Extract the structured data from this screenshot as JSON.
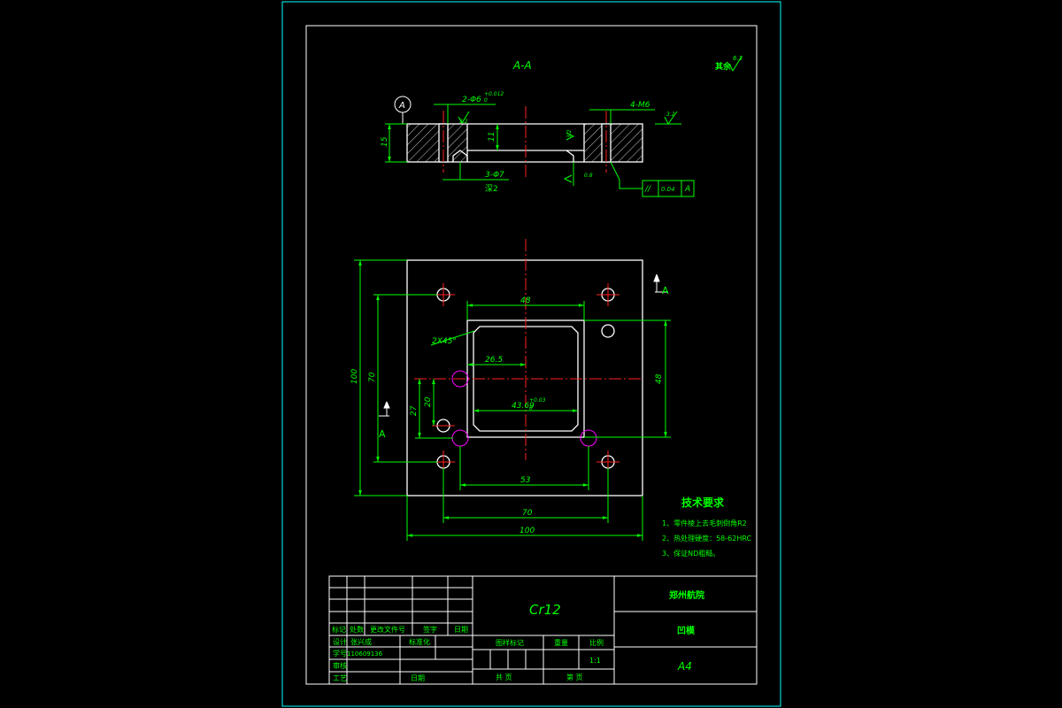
{
  "section_label": "A-A",
  "surface_note": {
    "text": "其余",
    "roughness": "6.3"
  },
  "section_view": {
    "datum": "A",
    "callouts": {
      "bore": "2-Φ6",
      "bore_tol": "+0.012",
      "bore_tol_low": "0",
      "tap": "4-M6",
      "thru": "3-Φ7",
      "counterbore": "深2",
      "height": "15",
      "depth": "11"
    },
    "roughness": {
      "r1": "3.2",
      "r2": "3.2",
      "r3": "3.2",
      "r4": "0.8"
    },
    "tolerance_frame": {
      "symbol": "//",
      "value": "0.04",
      "datum": "A"
    }
  },
  "plan_view": {
    "dims": {
      "top_width": "48",
      "chamfer": "2X45°",
      "offset": "26.5",
      "inner": "43.69",
      "inner_tol": "+0.03",
      "inner_tol_low": "0",
      "right_height": "48",
      "left_outer": "100",
      "left_inner": "70",
      "small_a": "27",
      "small_b": "20",
      "bottom_a": "53",
      "bottom_b": "70",
      "bottom_c": "100"
    },
    "section_marks": {
      "right": "A",
      "left": "A"
    }
  },
  "tech_requirements": {
    "title": "技术要求",
    "items": [
      "1、零件棱上去毛刺倒角R2",
      "2、热处理硬度：58-62HRC",
      "3、保证ND粗糙。"
    ]
  },
  "title_block": {
    "material": "Cr12",
    "school": "郑州航院",
    "part_name": "凹模",
    "size": "A4",
    "scale": "1:1",
    "rev_headers": [
      "标记",
      "处数",
      "更改文件号",
      "签字",
      "日期"
    ],
    "sign_rows": [
      {
        "role": "设计",
        "name": "张兴成",
        "extra": "标准化"
      },
      {
        "role": "学号",
        "name": "110609136",
        "extra": ""
      },
      {
        "role": "审核",
        "name": "",
        "extra": ""
      },
      {
        "role": "工艺",
        "name": "",
        "extra": "日期"
      }
    ],
    "labels": {
      "stage_mark": "图样标记",
      "weight": "重量",
      "scale_label": "比例",
      "sheets_total": "共 页",
      "sheet_no": "第 页"
    }
  }
}
